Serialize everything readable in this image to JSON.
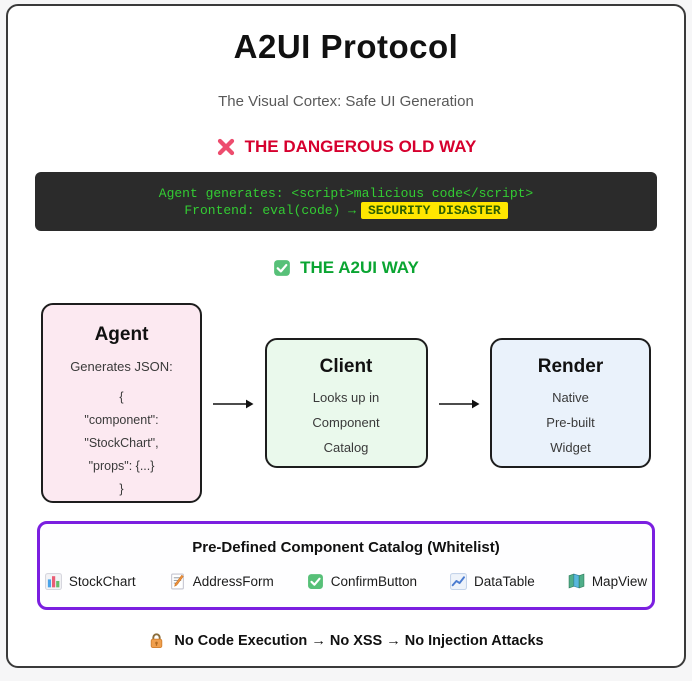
{
  "colors": {
    "danger_red": "#d6002e",
    "safe_green": "#0aa532",
    "code_green": "#33cc33",
    "code_background": "#2b2b2b",
    "highlight_yellow": "#ffe600",
    "catalog_purple": "#7b1fe0",
    "agent_pink": "#fce9f1",
    "client_green": "#eaf9ec",
    "render_blue": "#eaf2fb"
  },
  "header": {
    "title": "A2UI Protocol",
    "subtitle": "The Visual Cortex: Safe UI Generation"
  },
  "danger": {
    "heading": "THE DANGEROUS OLD WAY",
    "icon": "cross-icon",
    "code_line1": "Agent generates: <script>malicious code</script>",
    "code_line2_prefix": "Frontend: eval(code) →",
    "code_highlight": "SECURITY DISASTER"
  },
  "safe": {
    "heading": "THE A2UI WAY",
    "icon": "check-icon"
  },
  "flow": {
    "agent": {
      "title": "Agent",
      "subtitle": "Generates JSON:",
      "json": [
        "{",
        "\"component\":",
        "\"StockChart\",",
        "\"props\": {...}",
        "}"
      ]
    },
    "client": {
      "title": "Client",
      "lines": [
        "Looks up in",
        "Component",
        "Catalog"
      ]
    },
    "render": {
      "title": "Render",
      "lines": [
        "Native",
        "Pre-built",
        "Widget"
      ]
    }
  },
  "catalog": {
    "title": "Pre-Defined Component Catalog (Whitelist)",
    "items": [
      {
        "icon": "bar-chart-icon",
        "label": "StockChart"
      },
      {
        "icon": "memo-icon",
        "label": "AddressForm"
      },
      {
        "icon": "check-icon",
        "label": "ConfirmButton"
      },
      {
        "icon": "line-chart-icon",
        "label": "DataTable"
      },
      {
        "icon": "map-icon",
        "label": "MapView"
      }
    ]
  },
  "footer": {
    "icon": "lock-icon",
    "text": "No Code Execution → No XSS → No Injection Attacks"
  }
}
